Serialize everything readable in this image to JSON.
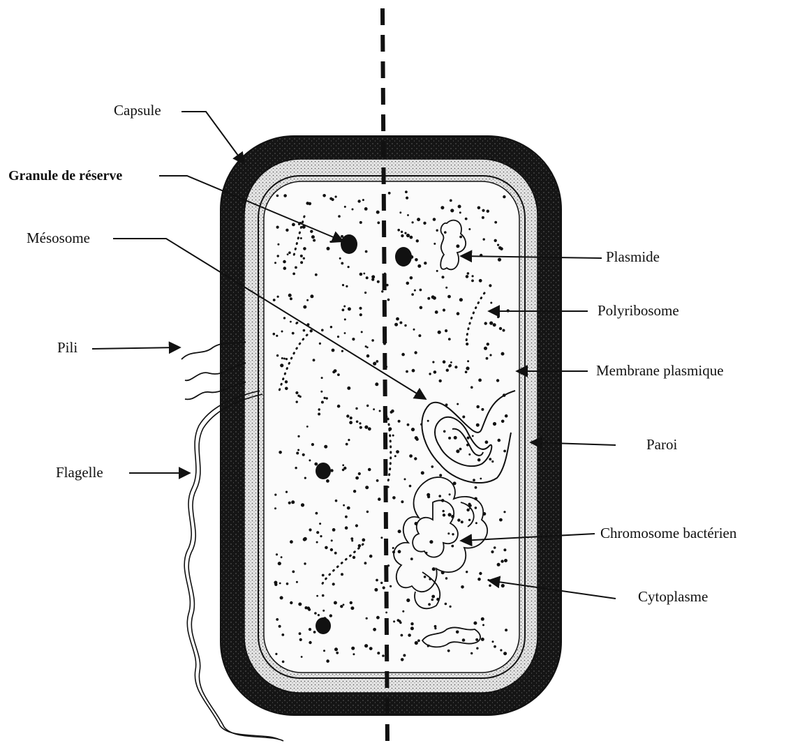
{
  "labels": {
    "capsule": "Capsule",
    "granule": "Granule de réserve",
    "mesosome": "Mésosome",
    "pili": "Pili",
    "flagelle": "Flagelle",
    "plasmide": "Plasmide",
    "polyribosome": "Polyribosome",
    "membrane": "Membrane plasmique",
    "paroi": "Paroi",
    "chromosome": "Chromosome bactérien",
    "cytoplasme": "Cytoplasme"
  },
  "colors": {
    "ink": "#111111",
    "capsule_fill": "#1a1a1a",
    "wall_fill": "#d6d6d6",
    "cytoplasm_fill": "#fbfbfb"
  }
}
